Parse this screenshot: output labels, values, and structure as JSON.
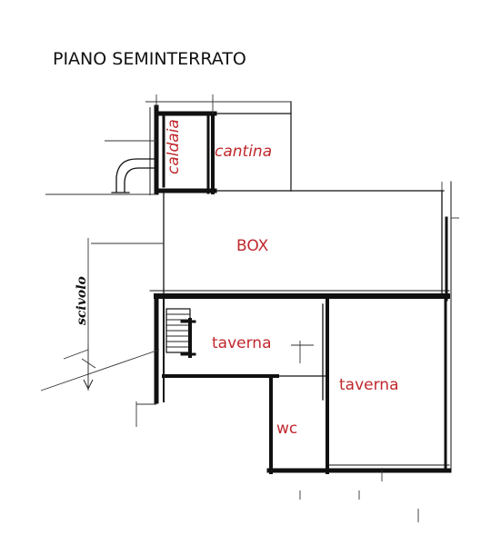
{
  "plan": {
    "title": "PIANO SEMINTERRATO",
    "label_color": "#c0282d",
    "rooms": {
      "caldaia": "caldaia",
      "cantina": "cantina",
      "box": "BOX",
      "taverna_left": "taverna",
      "taverna_right": "taverna",
      "wc": "wc"
    },
    "scivolo": "scivolo"
  }
}
